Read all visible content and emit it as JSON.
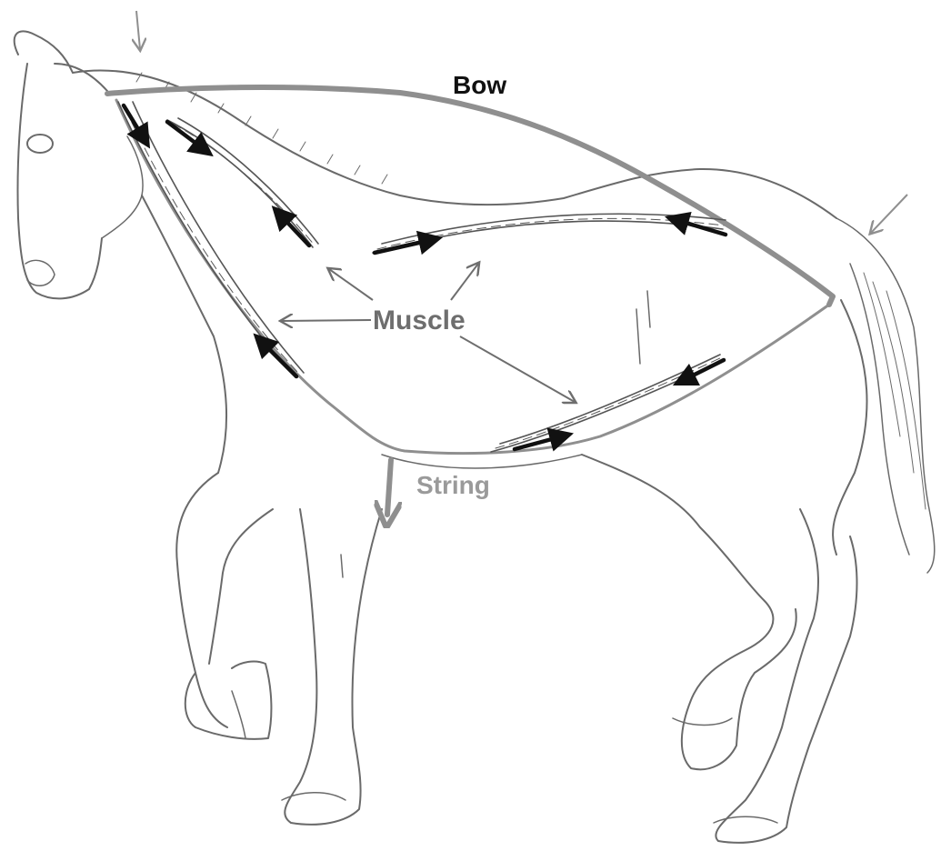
{
  "labels": {
    "bow": "Bow",
    "muscle": "Muscle",
    "string": "String"
  },
  "colors": {
    "bow_line": "#8f8f8f",
    "string_line": "#8f8f8f",
    "muscle_arrows": "#111111",
    "muscle_pointer": "#6e6e6e",
    "string_label": "#9a9a9a",
    "sketch": "#6a6a6a"
  }
}
